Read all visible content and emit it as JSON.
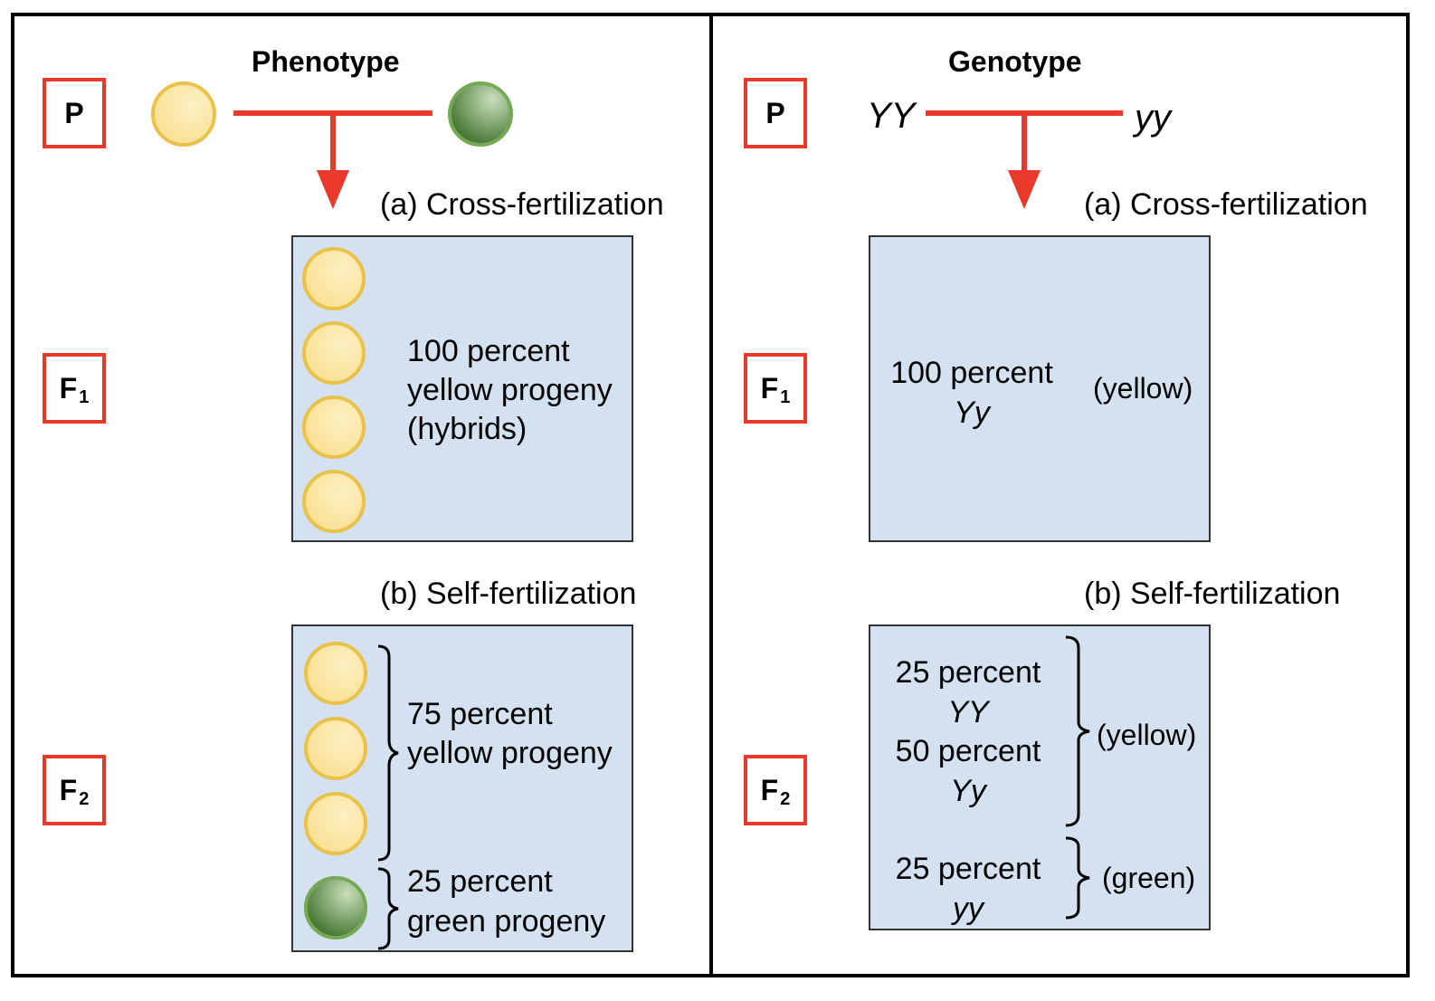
{
  "colors": {
    "generation_box": "#e8392a",
    "arrow": "#e8392a",
    "result_box_fill": "#d4e1f0",
    "yellow_pea": "#f8dc86",
    "green_pea": "#4b7a38"
  },
  "phenotype_panel": {
    "heading": "Phenotype",
    "generations": {
      "p": "P",
      "f1": "F",
      "f1_sub": "1",
      "f2": "F",
      "f2_sub": "2"
    },
    "parents": [
      "yellow-pea",
      "green-pea"
    ],
    "cross_label": "(a) Cross-fertilization",
    "f1_result": {
      "lines": [
        "100 percent",
        "yellow progeny",
        "(hybrids)"
      ],
      "peas": [
        "yellow",
        "yellow",
        "yellow",
        "yellow"
      ]
    },
    "self_label": "(b) Self-fertilization",
    "f2_result": {
      "yellow_lines": [
        "75 percent",
        "yellow progeny"
      ],
      "green_lines": [
        "25 percent",
        "green progeny"
      ],
      "peas": [
        "yellow",
        "yellow",
        "yellow",
        "green"
      ]
    }
  },
  "genotype_panel": {
    "heading": "Genotype",
    "generations": {
      "p": "P",
      "f1": "F",
      "f1_sub": "1",
      "f2": "F",
      "f2_sub": "2"
    },
    "parent_left": "YY",
    "parent_right": "yy",
    "cross_label": "(a) Cross-fertilization",
    "f1_result": {
      "percent": "100 percent",
      "genotype": "Yy",
      "phenotype": "(yellow)"
    },
    "self_label": "(b) Self-fertilization",
    "f2_result": {
      "yy_dom_percent": "25 percent",
      "yy_dom_genotype": "YY",
      "het_percent": "50 percent",
      "het_genotype": "Yy",
      "yellow_phenotype": "(yellow)",
      "rec_percent": "25 percent",
      "rec_genotype": "yy",
      "green_phenotype": "(green)"
    }
  }
}
